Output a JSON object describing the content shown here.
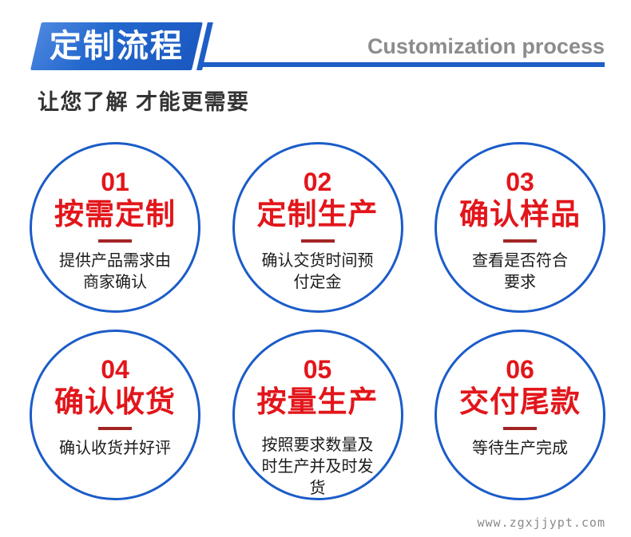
{
  "header": {
    "banner_title": "定制流程",
    "english_title": "Customization process",
    "subtitle": "让您了解 才能更需要"
  },
  "steps": [
    {
      "number": "01",
      "title": "按需定制",
      "desc": "提供产品需求由\n商家确认"
    },
    {
      "number": "02",
      "title": "定制生产",
      "desc": "确认交货时间预\n付定金"
    },
    {
      "number": "03",
      "title": "确认样品",
      "desc": "查看是否符合\n要求"
    },
    {
      "number": "04",
      "title": "确认收货",
      "desc": "确认收货并好评"
    },
    {
      "number": "05",
      "title": "按量生产",
      "desc": "按照要求数量及\n时生产并及时发\n货"
    },
    {
      "number": "06",
      "title": "交付尾款",
      "desc": "等待生产完成"
    }
  ],
  "watermark": "www.zgxjjypt.com",
  "colors": {
    "accent_blue": "#1b5cc8",
    "accent_red": "#e2161b",
    "divider_red": "#a32424",
    "text_dark": "#1b1b1b",
    "text_gray": "#8c8c8c"
  }
}
